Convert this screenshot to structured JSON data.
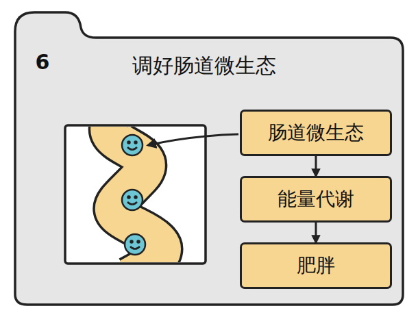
{
  "diagram": {
    "title": "调好肠道微生态",
    "nodes": [
      {
        "text": [
          "肠道微生态"
        ]
      },
      {
        "text": [
          "能量代谢"
        ]
      },
      {
        "text": [
          "肥胖"
        ]
      }
    ],
    "edges": [
      {
        "from": 0,
        "to": 1,
        "arrow": "to"
      },
      {
        "from": 1,
        "to": 2,
        "arrow": "to"
      }
    ],
    "labels": [
      "6"
    ]
  }
}
